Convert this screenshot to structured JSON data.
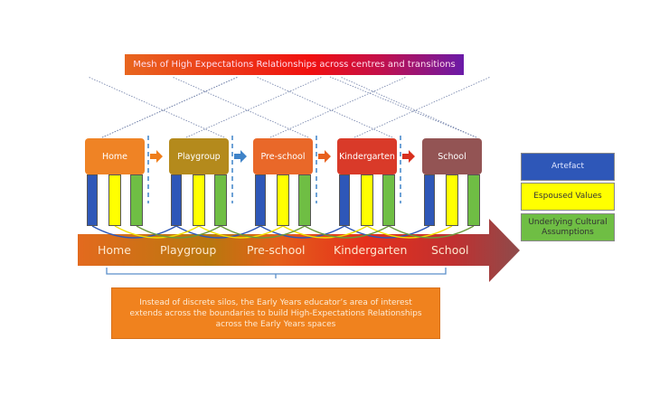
{
  "title": "Mesh of High Expectations Relationships across centres and transitions",
  "stages": [
    {
      "label": "Home",
      "color": "#ef7d1a"
    },
    {
      "label": "Playgroup",
      "color": "#b08410"
    },
    {
      "label": "Pre-school",
      "color": "#e8601e"
    },
    {
      "label": "Kindergarten",
      "color": "#d8301e"
    },
    {
      "label": "School",
      "color": "#8e4b4b"
    }
  ],
  "transition_arrow_colors": [
    "#ef7d1a",
    "#3f83c8",
    "#e8601e",
    "#d8301e"
  ],
  "timeline_labels": [
    "Home",
    "Playgroup",
    "Pre-school",
    "Kindergarten",
    "School"
  ],
  "note": "Instead of discrete silos, the Early Years educator’s area of interest extends across the boundaries to build High-Expectations Relationships across the Early Years spaces",
  "legend": [
    {
      "label": "Artefact",
      "color": "#2e57b8",
      "text_color": "#dfe6ff"
    },
    {
      "label": "Espoused Values",
      "color": "#ffff00",
      "text_color": "#333"
    },
    {
      "label": "Underlying Cultural Assumptions",
      "color": "#6fbe44",
      "text_color": "#333"
    }
  ]
}
